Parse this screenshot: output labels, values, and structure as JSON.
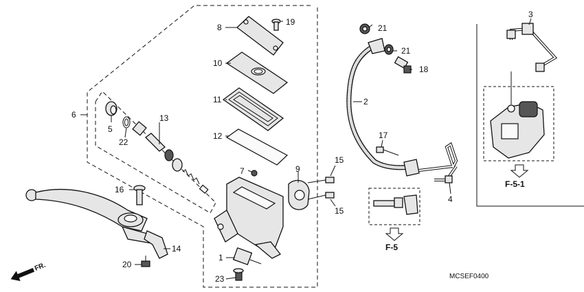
{
  "callouts": [
    {
      "id": "c1",
      "text": "1"
    },
    {
      "id": "c2",
      "text": "2"
    },
    {
      "id": "c3",
      "text": "3"
    },
    {
      "id": "c4",
      "text": "4"
    },
    {
      "id": "c5",
      "text": "5"
    },
    {
      "id": "c6",
      "text": "6"
    },
    {
      "id": "c7",
      "text": "7"
    },
    {
      "id": "c8",
      "text": "8"
    },
    {
      "id": "c9",
      "text": "9"
    },
    {
      "id": "c10",
      "text": "10"
    },
    {
      "id": "c11",
      "text": "11"
    },
    {
      "id": "c12",
      "text": "12"
    },
    {
      "id": "c13",
      "text": "13"
    },
    {
      "id": "c14",
      "text": "14"
    },
    {
      "id": "c15a",
      "text": "15"
    },
    {
      "id": "c15b",
      "text": "15"
    },
    {
      "id": "c16",
      "text": "16"
    },
    {
      "id": "c17",
      "text": "17"
    },
    {
      "id": "c18",
      "text": "18"
    },
    {
      "id": "c19",
      "text": "19"
    },
    {
      "id": "c20",
      "text": "20"
    },
    {
      "id": "c21a",
      "text": "21"
    },
    {
      "id": "c21b",
      "text": "21"
    },
    {
      "id": "c22",
      "text": "22"
    },
    {
      "id": "c23",
      "text": "23"
    }
  ],
  "refs": {
    "f5": "F-5",
    "f51": "F-5-1"
  },
  "direction_label": "FR.",
  "diagram_code": "MCSEF0400"
}
